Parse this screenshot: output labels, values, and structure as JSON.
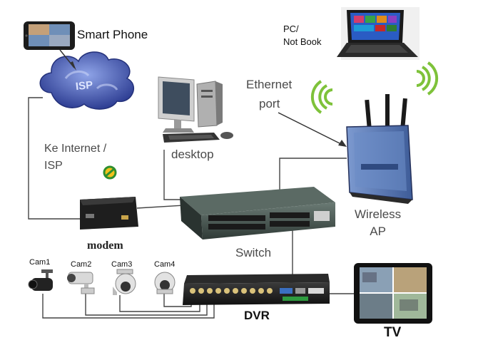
{
  "labels": {
    "smart_phone": "Smart Phone",
    "pc_line1": "PC/",
    "pc_line2": "Not Book",
    "isp_cloud": "ISP",
    "internet_line1": "Ke Internet /",
    "internet_line2": "ISP",
    "desktop": "desktop",
    "ethernet_line1": "Ethernet",
    "ethernet_line2": "port",
    "wireless_line1": "Wireless",
    "wireless_line2": "AP",
    "modem": "modem",
    "switch": "Switch",
    "cam1": "Cam1",
    "cam2": "Cam2",
    "cam3": "Cam3",
    "cam4": "Cam4",
    "dvr": "DVR",
    "tv": "TV"
  },
  "colors": {
    "cable": "#444444",
    "cloud": "#3a4fa8",
    "switch_body": "#3d4a45",
    "router_body": "#5b7bb5",
    "wifi_wave": "#7ec23a",
    "device_dark": "#1e1e1e",
    "monitor_gray": "#cfcfcf"
  }
}
